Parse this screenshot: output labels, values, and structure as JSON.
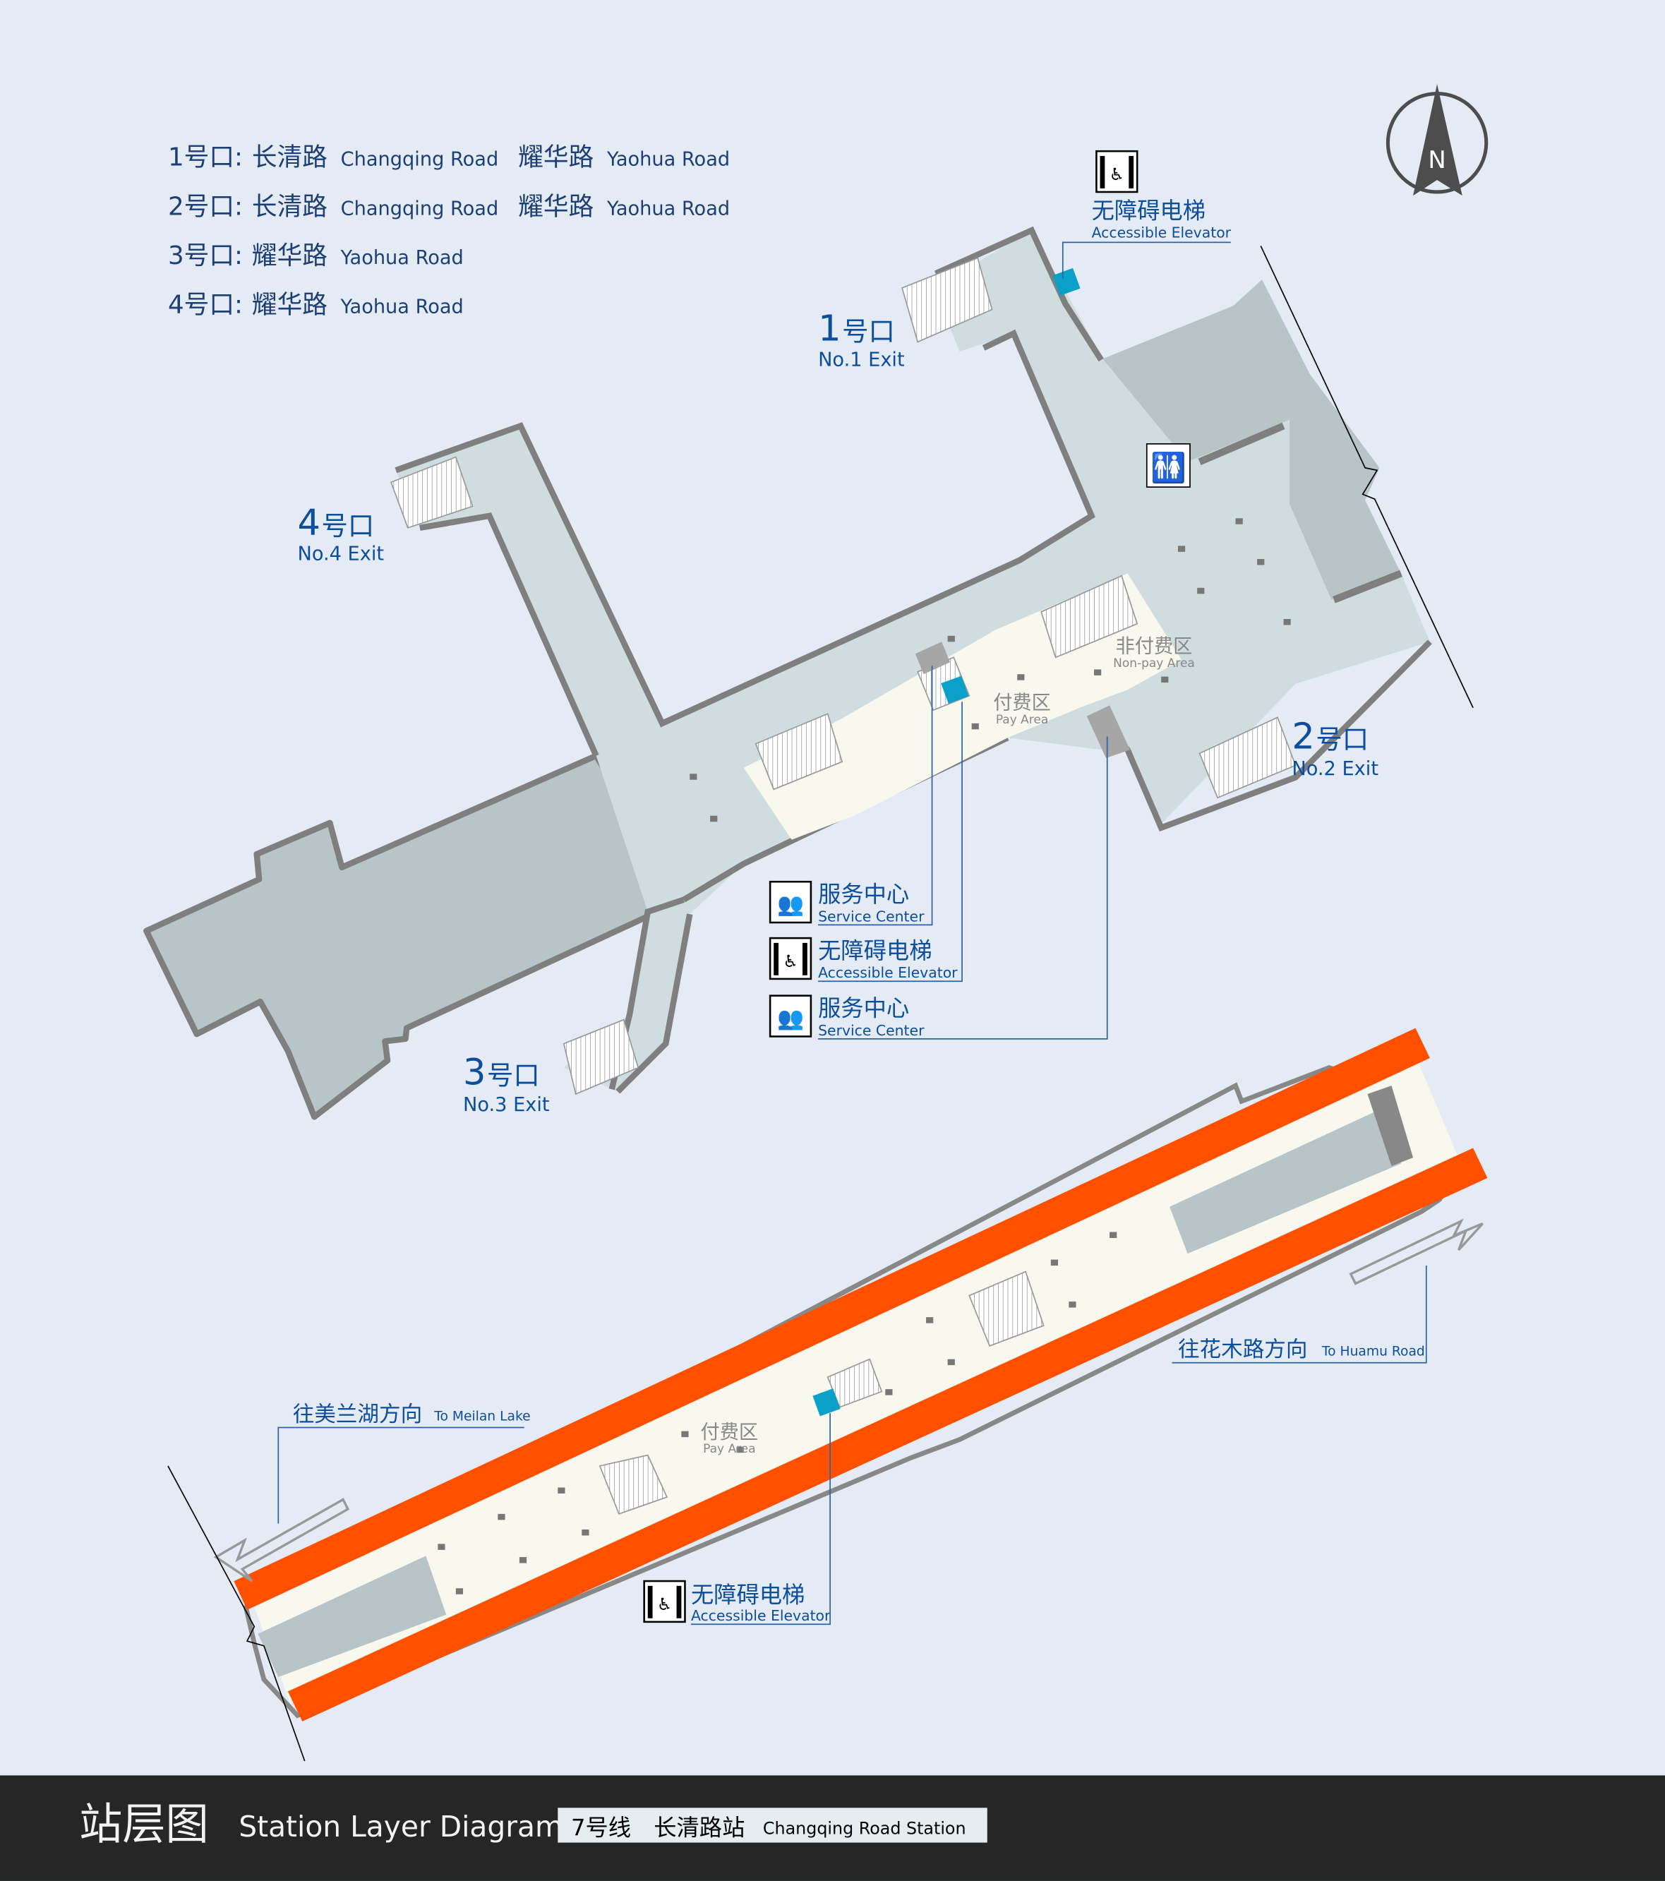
{
  "exit_legend": [
    {
      "exit": "1号口:",
      "roads": [
        {
          "cn": "长清路",
          "en": "Changqing Road"
        },
        {
          "cn": "耀华路",
          "en": "Yaohua Road"
        }
      ]
    },
    {
      "exit": "2号口:",
      "roads": [
        {
          "cn": "长清路",
          "en": "Changqing Road"
        },
        {
          "cn": "耀华路",
          "en": "Yaohua Road"
        }
      ]
    },
    {
      "exit": "3号口:",
      "roads": [
        {
          "cn": "耀华路",
          "en": "Yaohua Road"
        }
      ]
    },
    {
      "exit": "4号口:",
      "roads": [
        {
          "cn": "耀华路",
          "en": "Yaohua Road"
        }
      ]
    }
  ],
  "compass": {
    "label": "N"
  },
  "exits": {
    "e1": {
      "num": "1",
      "cn": "号口",
      "en": "No.1 Exit"
    },
    "e2": {
      "num": "2",
      "cn": "号口",
      "en": "No.2 Exit"
    },
    "e3": {
      "num": "3",
      "cn": "号口",
      "en": "No.3 Exit"
    },
    "e4": {
      "num": "4",
      "cn": "号口",
      "en": "No.4 Exit"
    }
  },
  "areas": {
    "nonpay_cn": "非付费区",
    "nonpay_en": "Non-pay Area",
    "pay_cn": "付费区",
    "pay_en": "Pay Area"
  },
  "facilities": {
    "elevator_top": {
      "cn": "无障碍电梯",
      "en": "Accessible Elevator"
    },
    "service1": {
      "cn": "服务中心",
      "en": "Service Center"
    },
    "elevator_mid": {
      "cn": "无障碍电梯",
      "en": "Accessible Elevator"
    },
    "service2": {
      "cn": "服务中心",
      "en": "Service Center"
    },
    "elevator_platform": {
      "cn": "无障碍电梯",
      "en": "Accessible Elevator"
    }
  },
  "directions": {
    "meilan": {
      "cn": "往美兰湖方向",
      "en": "To Meilan Lake"
    },
    "huamu": {
      "cn": "往花木路方向",
      "en": "To Huamu Road"
    }
  },
  "footer": {
    "title_cn": "站层图",
    "title_en": "Station Layer Diagram",
    "line": "7号线",
    "station_cn": "长清路站",
    "station_en": "Changqing Road Station"
  },
  "colors": {
    "track": "#ff5000",
    "accent_blue": "#0d4e9c",
    "elevator": "#0aa0c8",
    "concourse": "#cfdde1",
    "pay": "#f8f8ee",
    "wall": "#7f7f7f",
    "background": "#e4ebf4",
    "footer": "#262626"
  }
}
